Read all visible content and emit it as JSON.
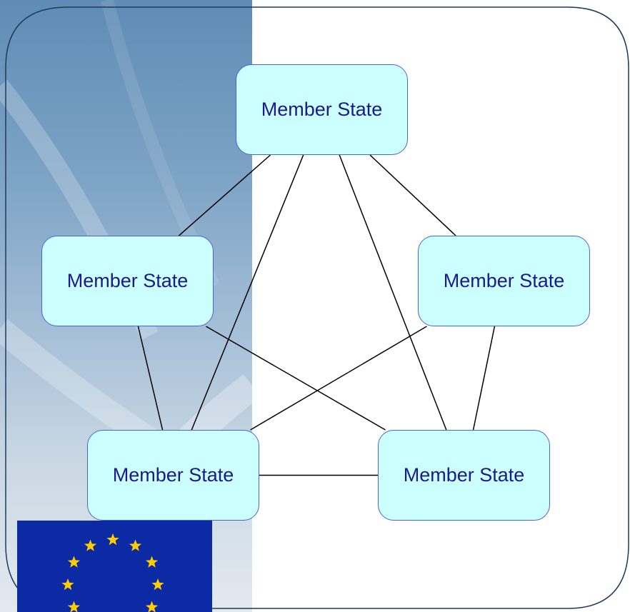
{
  "diagram": {
    "nodes": [
      {
        "id": "top",
        "label": "Member State"
      },
      {
        "id": "left",
        "label": "Member State"
      },
      {
        "id": "right",
        "label": "Member State"
      },
      {
        "id": "bottom_left",
        "label": "Member State"
      },
      {
        "id": "bottom_right",
        "label": "Member State"
      }
    ],
    "edges": [
      [
        "top",
        "left"
      ],
      [
        "top",
        "right"
      ],
      [
        "top",
        "bottom_left"
      ],
      [
        "top",
        "bottom_right"
      ],
      [
        "left",
        "bottom_left"
      ],
      [
        "left",
        "bottom_right"
      ],
      [
        "right",
        "bottom_left"
      ],
      [
        "right",
        "bottom_right"
      ],
      [
        "bottom_left",
        "bottom_right"
      ]
    ]
  },
  "colors": {
    "node_fill": "#ccffff",
    "node_border": "#4a64d8",
    "node_text": "#1a1a8c",
    "edge": "#000000",
    "frame": "#1f3a5a",
    "flag_blue": "#0b2aa3",
    "flag_star": "#ffcc00"
  },
  "decorations": {
    "logo": "eu-flag",
    "background": "blue-sky-panel"
  }
}
